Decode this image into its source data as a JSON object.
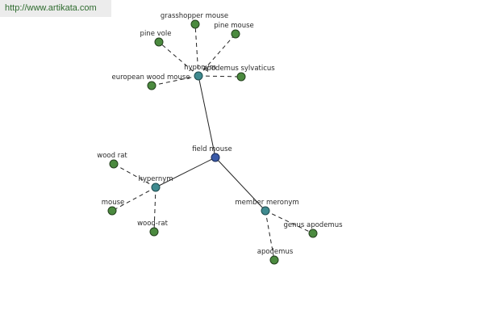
{
  "site_link": "http://www.artikata.com",
  "colors": {
    "center": "#3a5aa8",
    "relation": "#3f8a8f",
    "leaf": "#4b8a3f"
  },
  "graph": {
    "center": "field mouse",
    "relations": [
      {
        "label": "hyponym",
        "words": [
          "grasshopper mouse",
          "pine vole",
          "pine mouse",
          "european wood mouse",
          "apodemus sylvaticus"
        ]
      },
      {
        "label": "hypernym",
        "words": [
          "wood rat",
          "mouse",
          "wood-rat"
        ]
      },
      {
        "label": "member meronym",
        "words": [
          "genus apodemus",
          "apodemus"
        ]
      }
    ]
  }
}
